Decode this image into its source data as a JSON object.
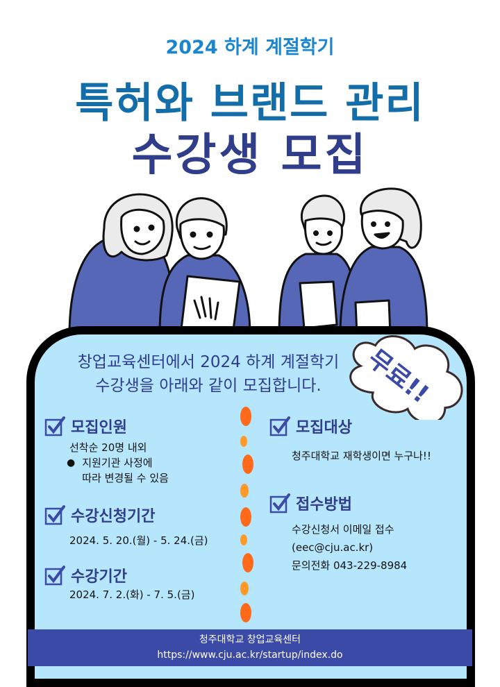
{
  "header": {
    "subtitle": "2024 하계 계절학기",
    "title_line1": "특허와 브랜드 관리",
    "title_line2": "수강생 모집"
  },
  "illustration": {
    "description": "Four students in blue hoodies; two looking at a tablet, two holding books",
    "colors": {
      "clothing": "#5667b8",
      "hair": "#ebebeb",
      "outline": "#111111"
    }
  },
  "intro": {
    "line1": "창업교육센터에서 2024 하계 계절학기",
    "line2": "수강생을 아래와 같이 모집합니다."
  },
  "badge": {
    "label": "무료!!",
    "icon": "cloud-icon"
  },
  "sections": {
    "recruit_count": {
      "title": "모집인원",
      "line1": "선착순 20명 내외",
      "bullet_line1": "지원기관 사정에",
      "bullet_line2": "따라 변경될 수 있음"
    },
    "apply_period": {
      "title": "수강신청기간",
      "value": "2024. 5. 20.(월) - 5. 24.(금)"
    },
    "course_period": {
      "title": "수강기간",
      "value": "2024. 7. 2.(화) - 7. 5.(금)"
    },
    "target": {
      "title": "모집대상",
      "value": "청주대학교 재학생이면 누구나!!"
    },
    "method": {
      "title": "접수방법",
      "line1": "수강신청서 이메일 접수",
      "line2": "(eec@cju.ac.kr)",
      "line3": "문의전화 043-229-8984"
    }
  },
  "footer": {
    "org": "청주대학교 창업교육센터",
    "url": "https://www.cju.ac.kr/startup/index.do"
  },
  "colors": {
    "subtitle": "#1a86d0",
    "title1": "#126da8",
    "title2": "#2f3d8a",
    "panel_bg": "#b6e6fc",
    "accent": "#2f3d8a",
    "footer_bg": "#3a4aa6",
    "divider_dark": "#ff6a1a",
    "divider_light": "#ff9a2a"
  }
}
